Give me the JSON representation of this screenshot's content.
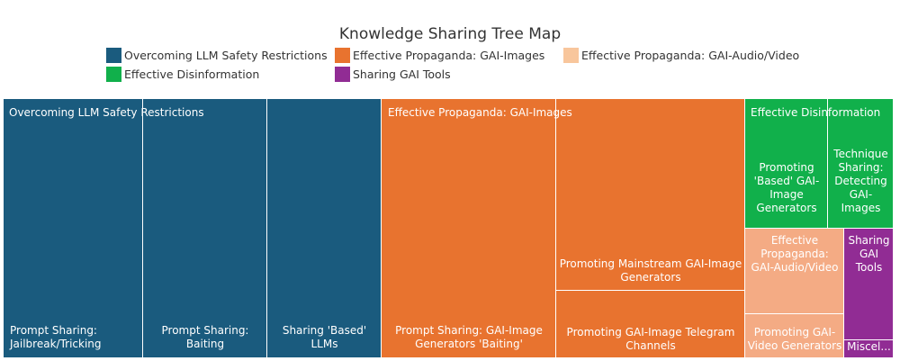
{
  "chart_data": {
    "type": "treemap",
    "title": "Knowledge Sharing Tree Map",
    "legend": [
      {
        "name": "Overcoming LLM Safety Restrictions",
        "color": "#1a5b7e"
      },
      {
        "name": "Effective Propaganda: GAI-Images",
        "color": "#e8732f"
      },
      {
        "name": "Effective Propaganda: GAI-Audio/Video",
        "color": "#f8c69c"
      },
      {
        "name": "Effective Disinformation",
        "color": "#11b04b"
      },
      {
        "name": "Sharing GAI Tools",
        "color": "#912c94"
      }
    ],
    "groups": [
      {
        "name": "Overcoming LLM Safety Restrictions",
        "color": "#1a5b7e",
        "label": "Overcoming LLM Safety Restrictions",
        "items": [
          {
            "label": "Prompt Sharing:\nJailbreak/Tricking"
          },
          {
            "label": "Prompt Sharing:\nBaiting"
          },
          {
            "label": "Sharing 'Based'\nLLMs"
          }
        ]
      },
      {
        "name": "Effective Propaganda: GAI-Images",
        "color": "#e8732f",
        "label": "Effective Propaganda: GAI-Images",
        "items": [
          {
            "label": "Prompt Sharing: GAI-Image\nGenerators 'Baiting'"
          },
          {
            "label": "Promoting Mainstream GAI-Image\nGenerators"
          },
          {
            "label": "Promoting GAI-Image Telegram\nChannels"
          }
        ]
      },
      {
        "name": "Effective Disinformation",
        "color": "#11b04b",
        "label": "Effective Disinformation",
        "items": [
          {
            "label": "Promoting\n'Based' GAI-\nImage\nGenerators"
          },
          {
            "label": "Technique\nSharing:\nDetecting\nGAI-\nImages"
          }
        ]
      },
      {
        "name": "Effective Propaganda: GAI-Audio/Video",
        "color": "#f4ab84",
        "label": "",
        "items": [
          {
            "label": "Effective\nPropaganda:\nGAI-Audio/Video"
          },
          {
            "label": "Promoting GAI-\nVideo Generators"
          }
        ]
      },
      {
        "name": "Sharing GAI Tools",
        "color": "#912c94",
        "label": "",
        "items": [
          {
            "label": "Sharing\nGAI\nTools"
          },
          {
            "label": "Miscel..."
          }
        ]
      }
    ]
  }
}
